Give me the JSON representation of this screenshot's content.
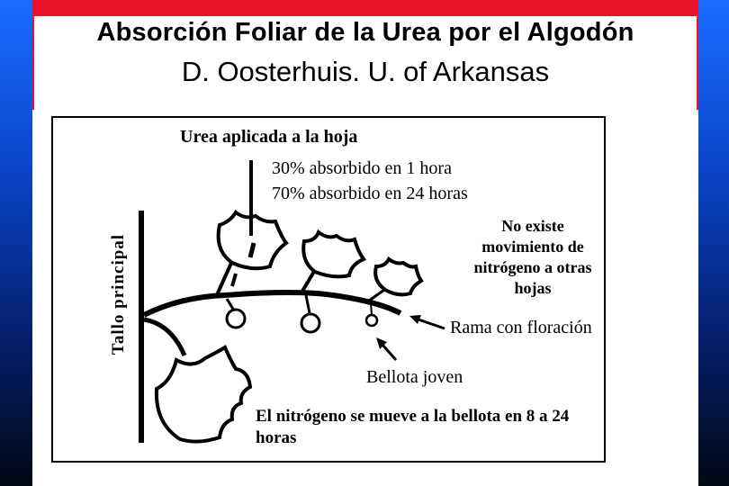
{
  "header": {
    "title": "Absorción Foliar de la Urea por el Algodón",
    "subtitle": "D. Oosterhuis. U. of Arkansas"
  },
  "diagram": {
    "urea_label": "Urea aplicada a la hoja",
    "absorption_1": "30% absorbido en 1 hora",
    "absorption_2": "70% absorbido en 24 horas",
    "no_movement": "No existe movimiento de nitrógeno a otras hojas",
    "flowering_branch": "Rama con floración",
    "young_boll": "Bellota joven",
    "nitrogen_moves": "El nitrógeno se mueve a la bellota en 8 a 24 horas",
    "main_stem": "Tallo principal"
  },
  "colors": {
    "top_bar": "#e8122a",
    "background_top": "#1a6cff",
    "background_bottom": "#000814"
  }
}
